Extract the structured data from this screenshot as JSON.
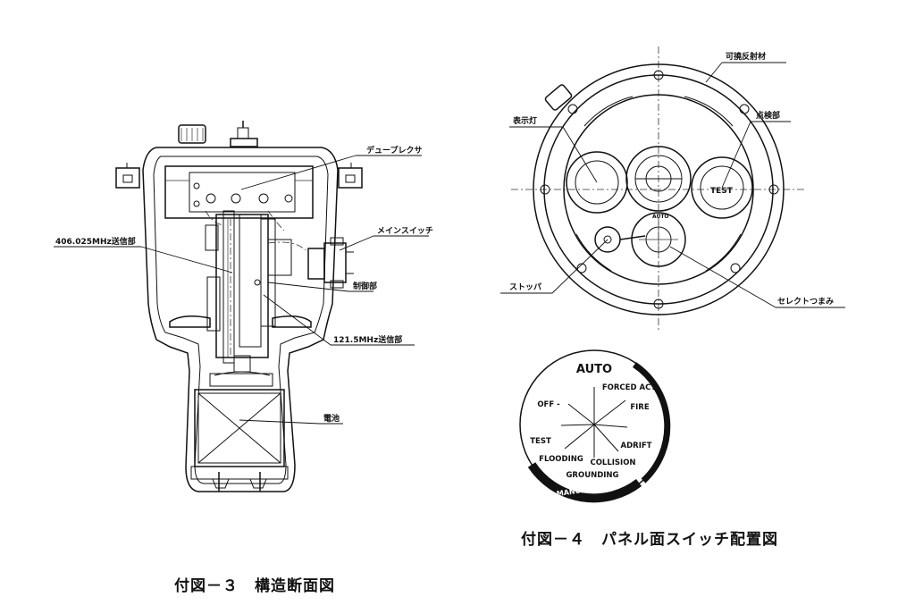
{
  "figure3": {
    "caption": "付図－３　構造断面図",
    "labels": {
      "duplexer": "デュープレクサ",
      "main_switch": "メインスイッチ",
      "tx_406": "406.025MHz送信部",
      "control": "制御部",
      "tx_121": "121.5MHz送信部",
      "battery": "電池"
    }
  },
  "figure4": {
    "caption": "付図－４　パネル面スイッチ配置図",
    "labels": {
      "reflector": "可撓反射材",
      "indicator": "表示灯",
      "check": "点検部",
      "stopper": "ストッパ",
      "select_knob": "セレクトつまみ",
      "test": "TEST",
      "auto_small": "AUTO"
    },
    "dial": {
      "auto": "AUTO",
      "forced_act": "FORCED ACT",
      "fire": "FIRE",
      "adrift": "ADRIFT",
      "collision": "COLLISION",
      "grounding": "GROUNDING",
      "flooding": "FLOODING",
      "test": "TEST",
      "off": "OFF -",
      "manual_select": "MANUAL SELECT"
    }
  }
}
